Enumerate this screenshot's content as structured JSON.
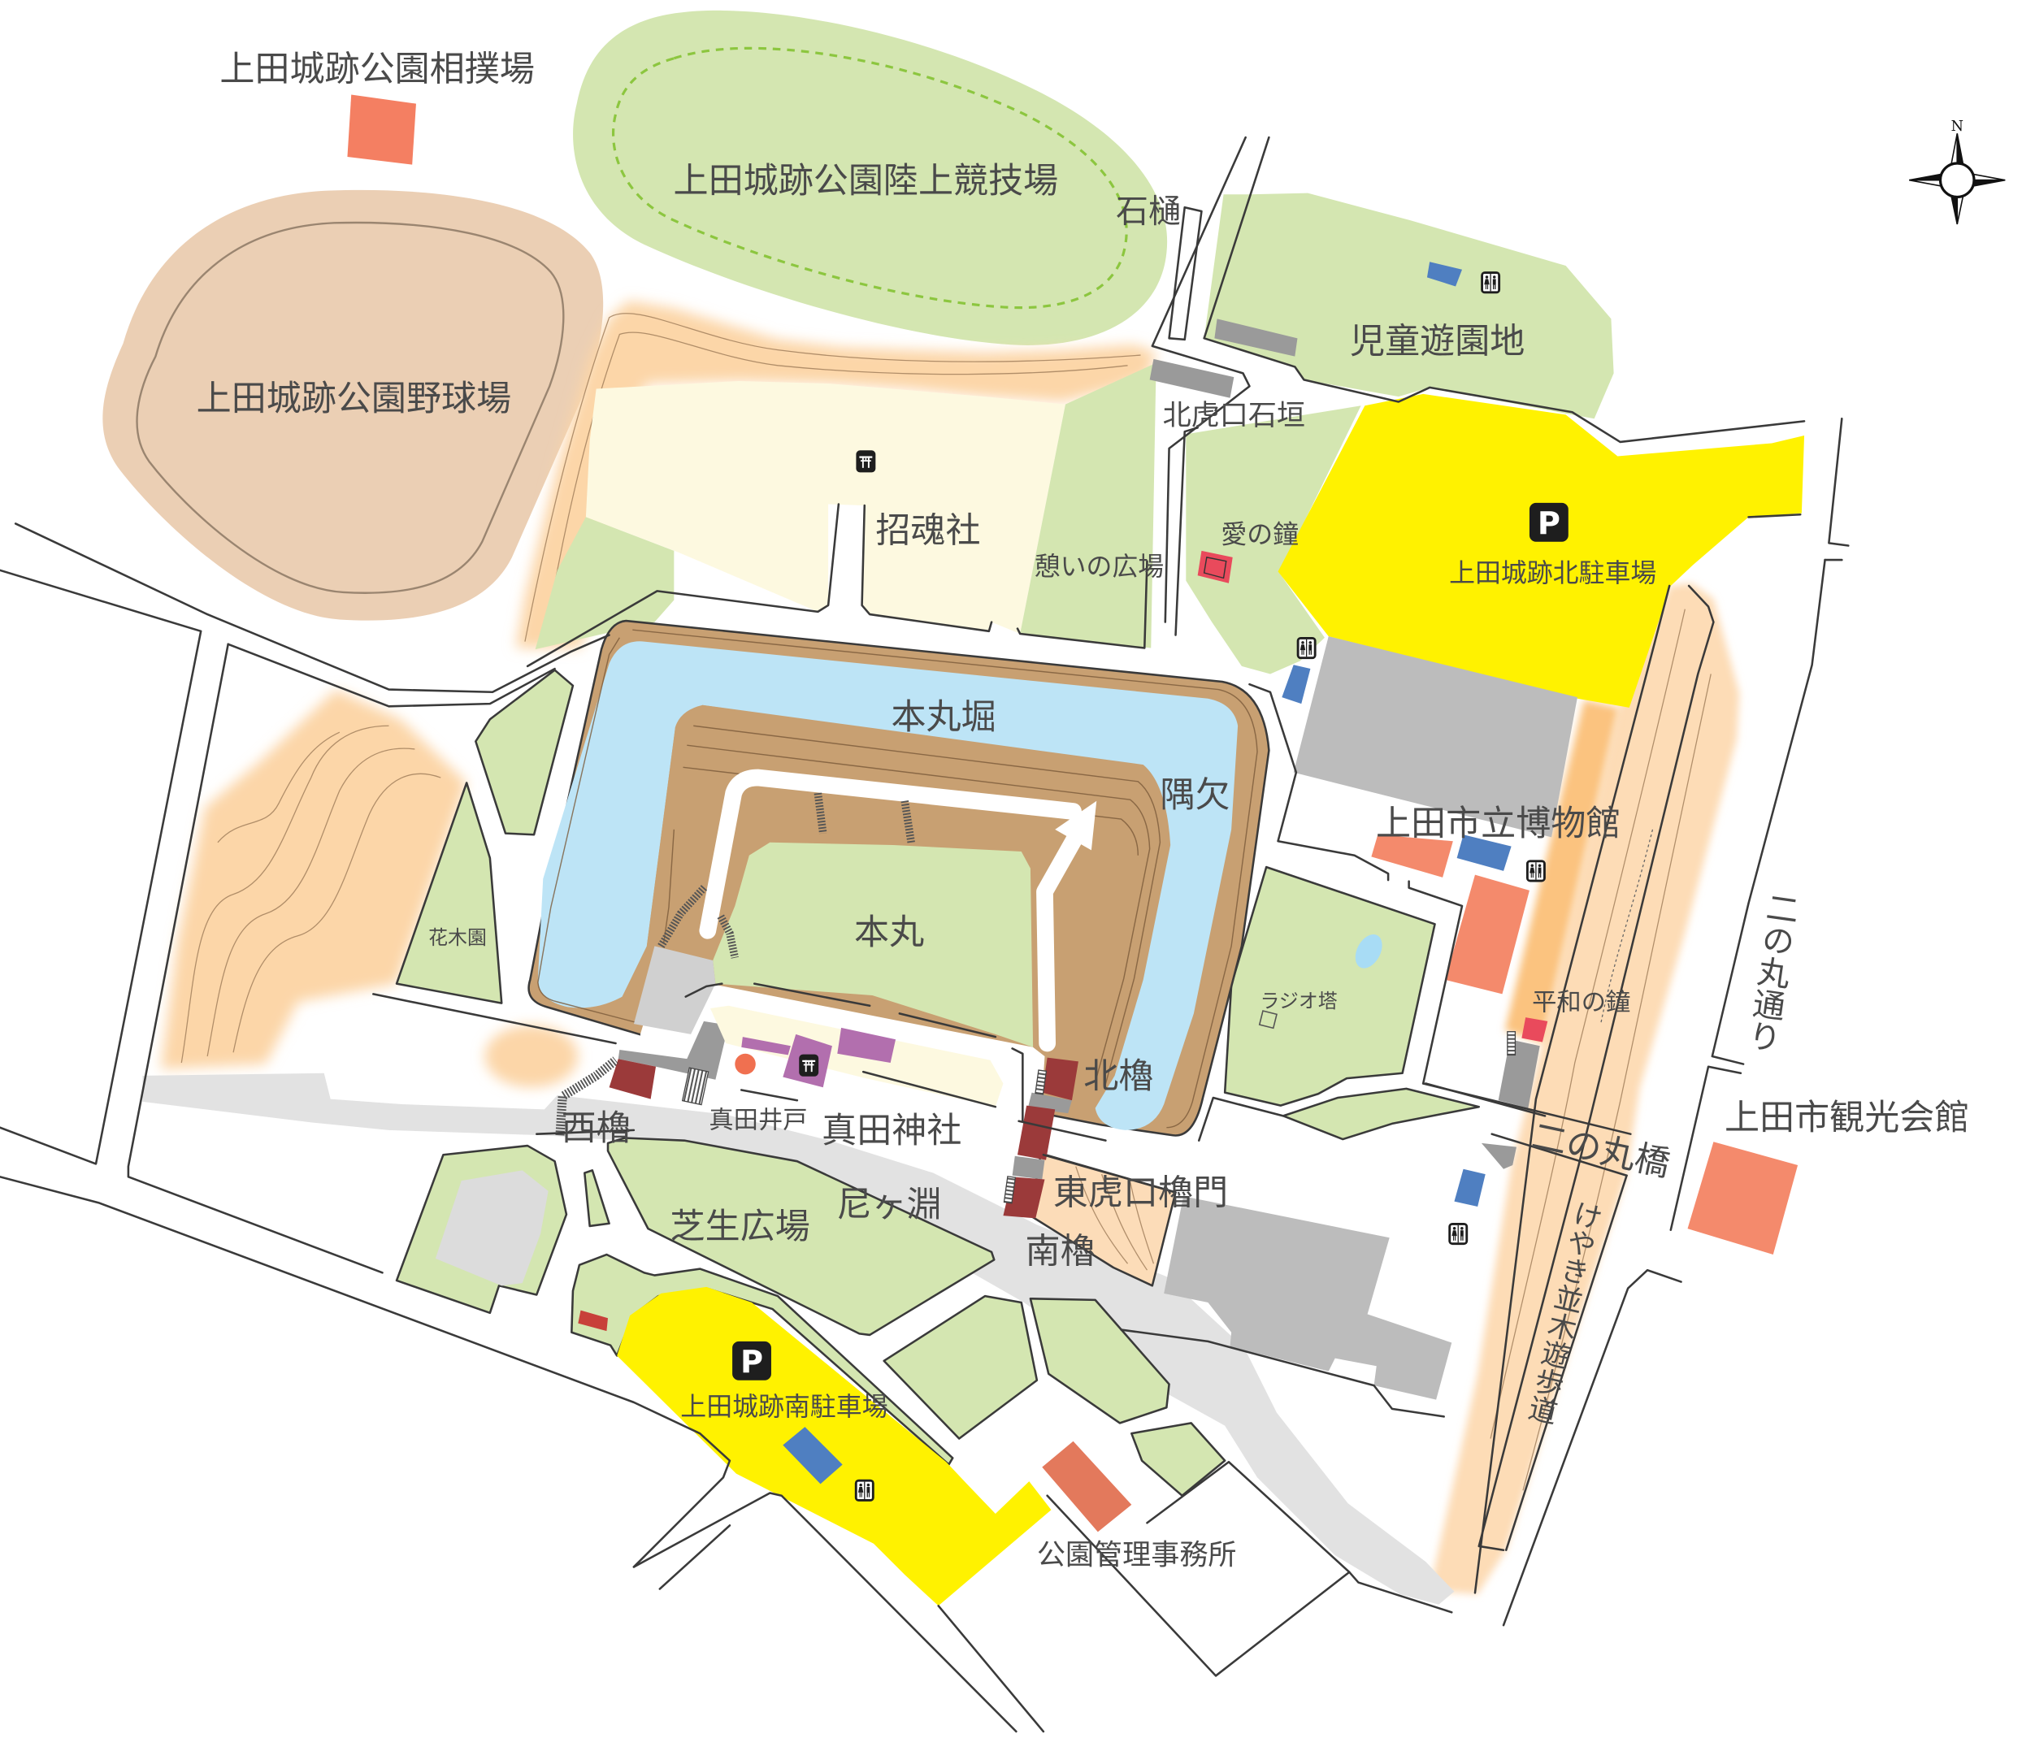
{
  "labels": {
    "sumo_ground": "上田城跡公園相撲場",
    "athletics_field": "上田城跡公園陸上競技場",
    "stone_gutter": "石樋",
    "baseball_field": "上田城跡公園野球場",
    "childrens_playground": "児童遊園地",
    "north_gate_stone_wall": "北虎口石垣",
    "shokonsha": "招魂社",
    "bell_of_love": "愛の鐘",
    "rest_plaza": "憩いの広場",
    "north_parking": "上田城跡北駐車場",
    "honmaru_moat": "本丸堀",
    "sumikake": "隅欠",
    "museum": "上田市立博物館",
    "flower_garden": "花木園",
    "honmaru": "本丸",
    "radio_tower": "ラジオ塔",
    "bell_of_peace": "平和の鐘",
    "north_turret": "北櫓",
    "west_turret": "西櫓",
    "sanada_well": "真田井戸",
    "sanada_shrine": "真田神社",
    "ninomaru_street": "二の丸通り",
    "tourism_hall": "上田市観光会館",
    "ninomaru_bridge": "二の丸橋",
    "east_gate_turret": "東虎口櫓門",
    "amagafuchi": "尼ヶ淵",
    "lawn_plaza": "芝生広場",
    "south_turret": "南櫓",
    "zelkova_promenade": "けやき並木遊歩道",
    "south_parking": "上田城跡南駐車場",
    "park_office": "公園管理事務所"
  },
  "icons": {
    "parking_letter": "P",
    "toilet": "toilet-icon",
    "shrine": "shrine-icon",
    "stairs": "stairs-icon",
    "compass": "compass-rose-icon"
  },
  "compass": {
    "north_label": "N"
  },
  "colors": {
    "green": "#d4e6b1",
    "yellow": "#fff200",
    "moat": "#bde4f6",
    "tan": "#c8a072",
    "tanlight": "#ebcfb4",
    "orange": "#f48a6c",
    "gray": "#bcbcbc",
    "darkgray": "#9a9a9a",
    "walk": "#e2e2e2",
    "purple": "#b26fae",
    "maroon": "#9b3a3a",
    "slope": "#fcd6a8",
    "cream": "#fdf9e0",
    "red": "#e94a5c",
    "blue": "#4f7fc1"
  }
}
